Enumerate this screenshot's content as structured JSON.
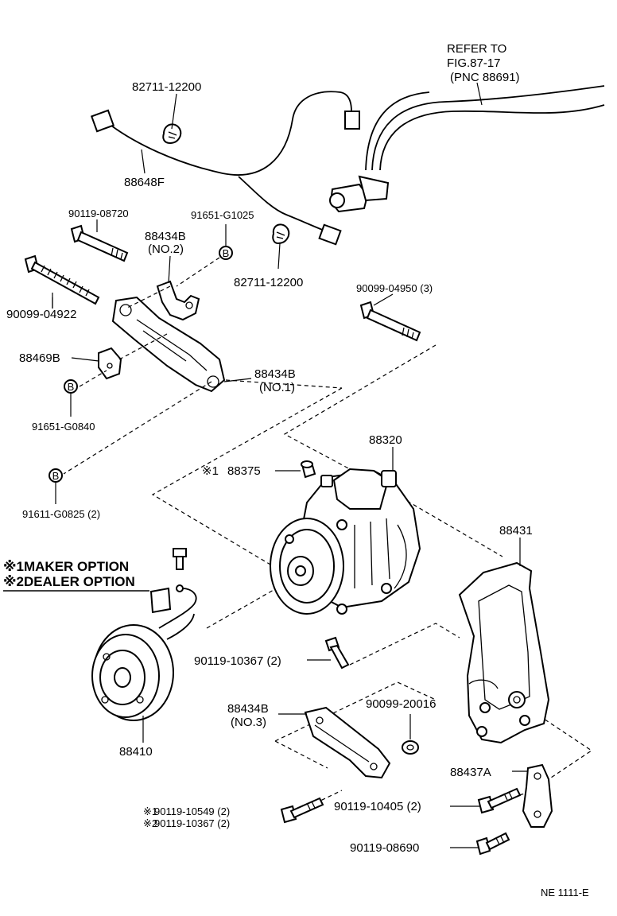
{
  "refer": {
    "line1": "REFER TO",
    "line2": "FIG.87-17",
    "line3": "(PNC 88691)"
  },
  "labels": {
    "clamp_top": "82711-12200",
    "harness": "88648F",
    "bolt_long_top": "90119-08720",
    "nut_top": "91651-G1025",
    "bracket2": "88434B",
    "bracket2_no": "(NO.2)",
    "clamp_mid": "82711-12200",
    "bolt_stud": "90099-04922",
    "bolt_right": "90099-04950 (3)",
    "spacer": "88469B",
    "bracket1": "88434B",
    "bracket1_no": "(NO.1)",
    "nut_left": "91651-G0840",
    "nut_bottom": "91611-G0825 (2)",
    "compressor": "88320",
    "cap": "88375",
    "cap_mark": "※1",
    "bracket_main": "88431",
    "clutch": "88410",
    "bolt_mid": "90119-10367 (2)",
    "bracket3": "88434B",
    "bracket3_no": "(NO.3)",
    "washer": "90099-20016",
    "stay": "88437A",
    "bolt_opt1": "90119-10549 (2)",
    "bolt_opt1_mark": "※1",
    "bolt_opt2": "90119-10367 (2)",
    "bolt_opt2_mark": "※2",
    "bolt_stay": "90119-10405 (2)",
    "bolt_bottom": "90119-08690",
    "figure_code": "NE 1111-E"
  },
  "legend": {
    "maker": "※1MAKER OPTION",
    "dealer": "※2DEALER OPTION"
  },
  "nut_mark": "B"
}
